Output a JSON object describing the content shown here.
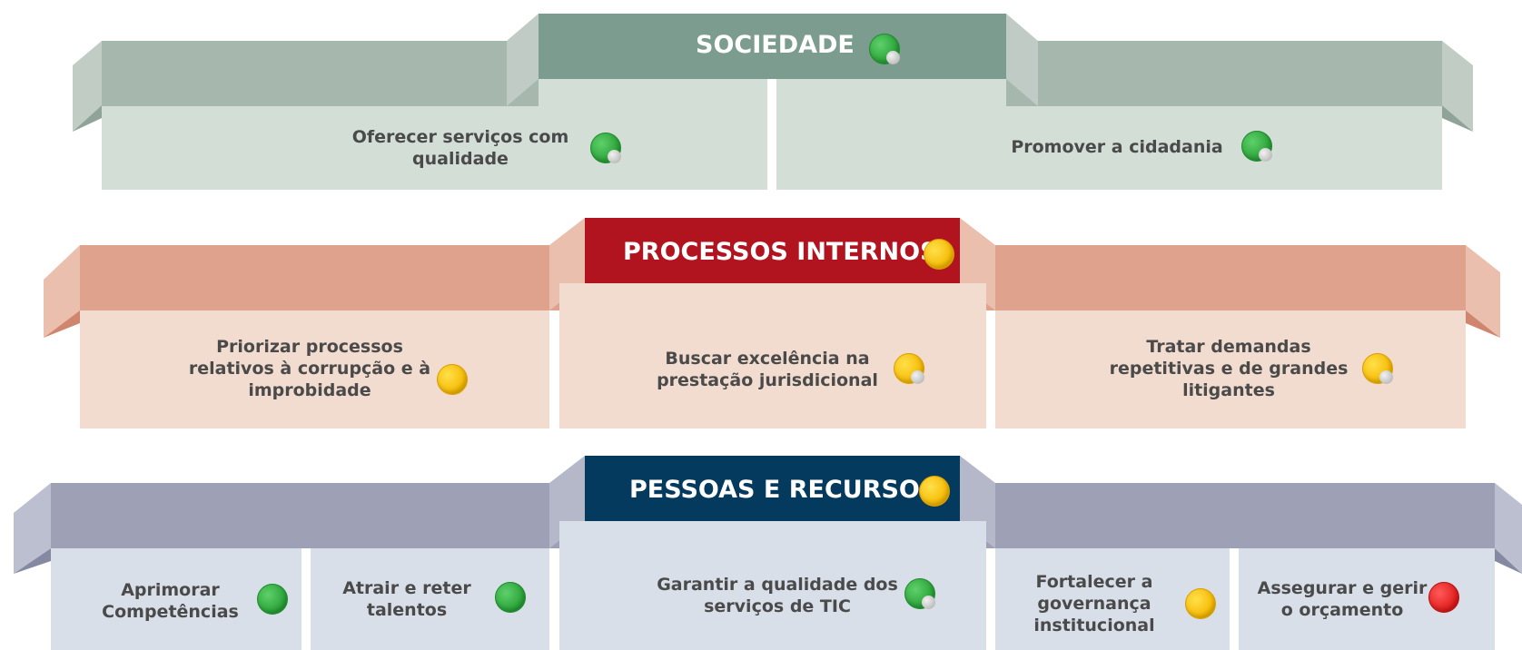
{
  "sections": [
    {
      "title": "SOCIEDADE",
      "title_status": "green",
      "cards": [
        {
          "label": "Oferecer serviços com\nqualidade",
          "status": "green"
        },
        {
          "label": "Promover a cidadania",
          "status": "green"
        }
      ]
    },
    {
      "title": "PROCESSOS INTERNOS",
      "title_status": "yellow",
      "cards": [
        {
          "label": "Priorizar processos\nrelativos à corrupção e à\nimprobidade",
          "status": "yellow"
        },
        {
          "label": "Buscar excelência na\nprestação jurisdicional",
          "status": "yellow"
        },
        {
          "label": "Tratar demandas\nrepetitivas e de grandes\nlitigantes",
          "status": "yellow"
        }
      ]
    },
    {
      "title": "PESSOAS E RECURSOS",
      "title_status": "yellow",
      "cards": [
        {
          "label": "Aprimorar\nCompetências",
          "status": "green"
        },
        {
          "label": "Atrair e reter\ntalentos",
          "status": "green"
        },
        {
          "label": "Garantir a qualidade dos\nserviços de TIC",
          "status": "green"
        },
        {
          "label": "Fortalecer a\ngovernança\ninstitucional",
          "status": "yellow"
        },
        {
          "label": "Assegurar e gerir\no orçamento",
          "status": "red"
        }
      ]
    }
  ],
  "colors": {
    "sociedade_header": "#7b9c8e",
    "sociedade_band": "#a6b8ae",
    "sociedade_card": "#d3ded7",
    "processos_header": "#b1131f",
    "processos_band": "#dfa28c",
    "processos_card": "#f2dccf",
    "pessoas_header": "#033a5e",
    "pessoas_band": "#9ea1b5",
    "pessoas_card": "#d9dfe9",
    "status_green": "#27a035",
    "status_yellow": "#f5b800",
    "status_red": "#e01a1a"
  }
}
